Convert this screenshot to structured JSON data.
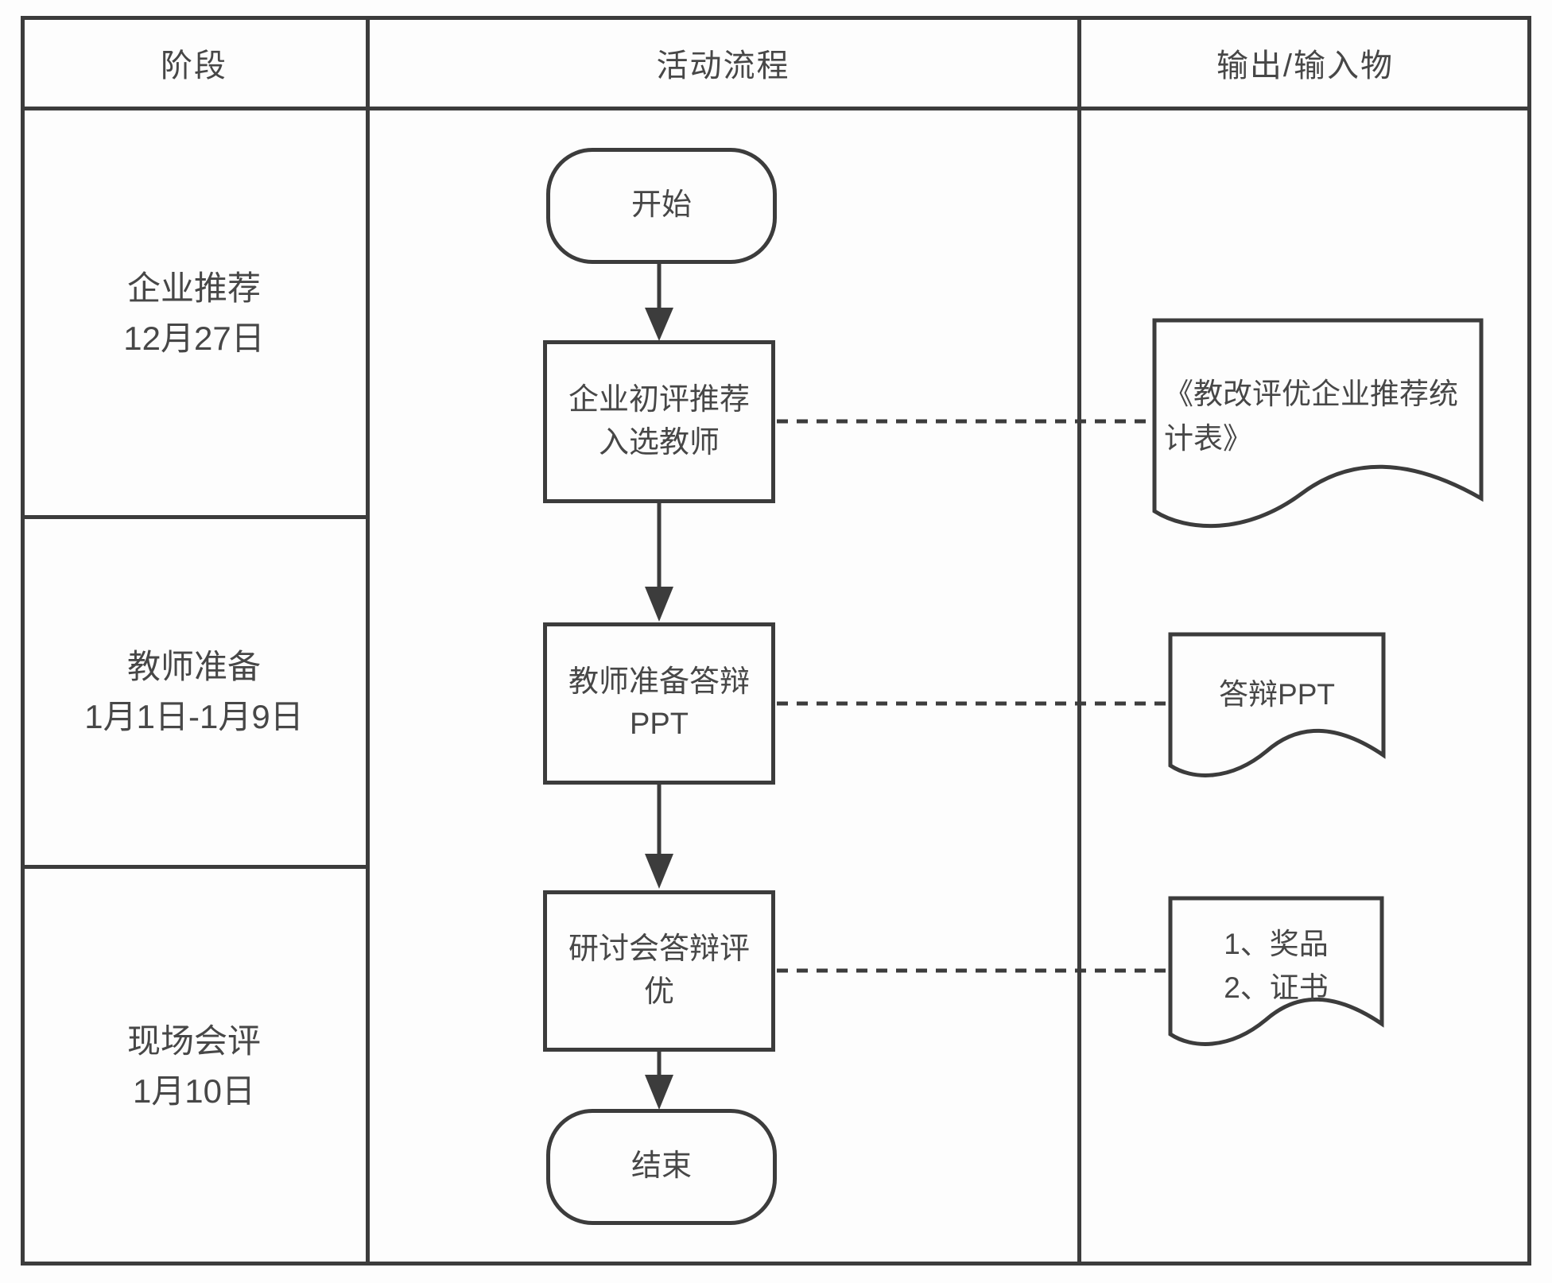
{
  "diagram": {
    "columns": {
      "stage": "阶段",
      "flow": "活动流程",
      "output": "输出/输入物"
    },
    "stages": [
      {
        "name": "企业推荐",
        "date": "12月27日"
      },
      {
        "name": "教师准备",
        "date": "1月1日-1月9日"
      },
      {
        "name": "现场会评",
        "date": "1月10日"
      }
    ],
    "flow": {
      "start": "开始",
      "steps": [
        {
          "label": "企业初评推荐入选教师"
        },
        {
          "label": "教师准备答辩PPT"
        },
        {
          "label": "研讨会答辩评优"
        }
      ],
      "end": "结束"
    },
    "documents": [
      {
        "lines": [
          "《教改评优企业推荐统计表》"
        ]
      },
      {
        "lines": [
          "答辩PPT"
        ]
      },
      {
        "lines": [
          "1、奖品",
          "2、证书"
        ]
      }
    ],
    "colors": {
      "line": "#3c3c3c",
      "text": "#474747",
      "background": "#fdfdfd"
    }
  }
}
